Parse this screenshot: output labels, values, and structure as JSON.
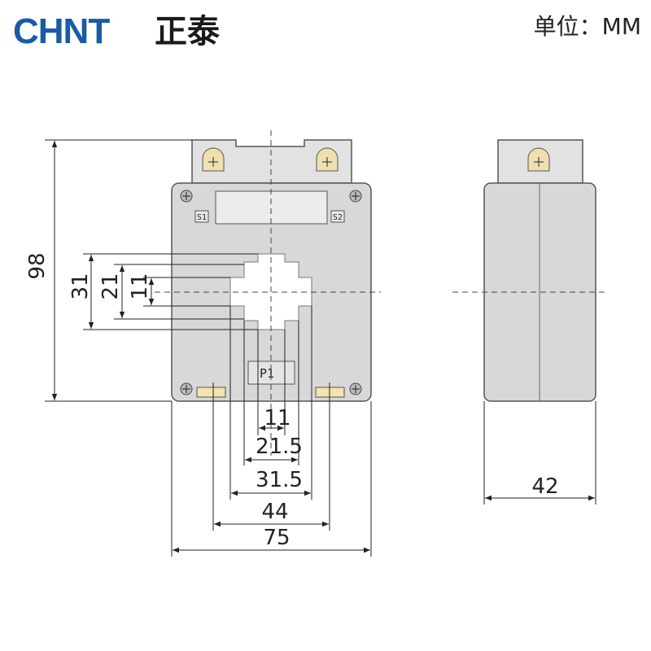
{
  "brand": {
    "name_en": "CHNT",
    "name_cn": "正泰"
  },
  "unit_label": "单位：MM",
  "front_view": {
    "terminal_labels": [
      "S1",
      "S2"
    ],
    "primary_label": "P1",
    "dimensions": {
      "height": "98",
      "window_31": "31",
      "window_21": "21",
      "window_11": "11",
      "bottom_11": "11",
      "bottom_21_5": "21.5",
      "bottom_31_5": "31.5",
      "bottom_44": "44",
      "width": "75"
    }
  },
  "side_view": {
    "dimensions": {
      "depth": "42"
    }
  },
  "colors": {
    "body": "#d8d8d8",
    "edge": "#555555",
    "screw": "#f0e0b0",
    "label": "#f3e3b0"
  }
}
